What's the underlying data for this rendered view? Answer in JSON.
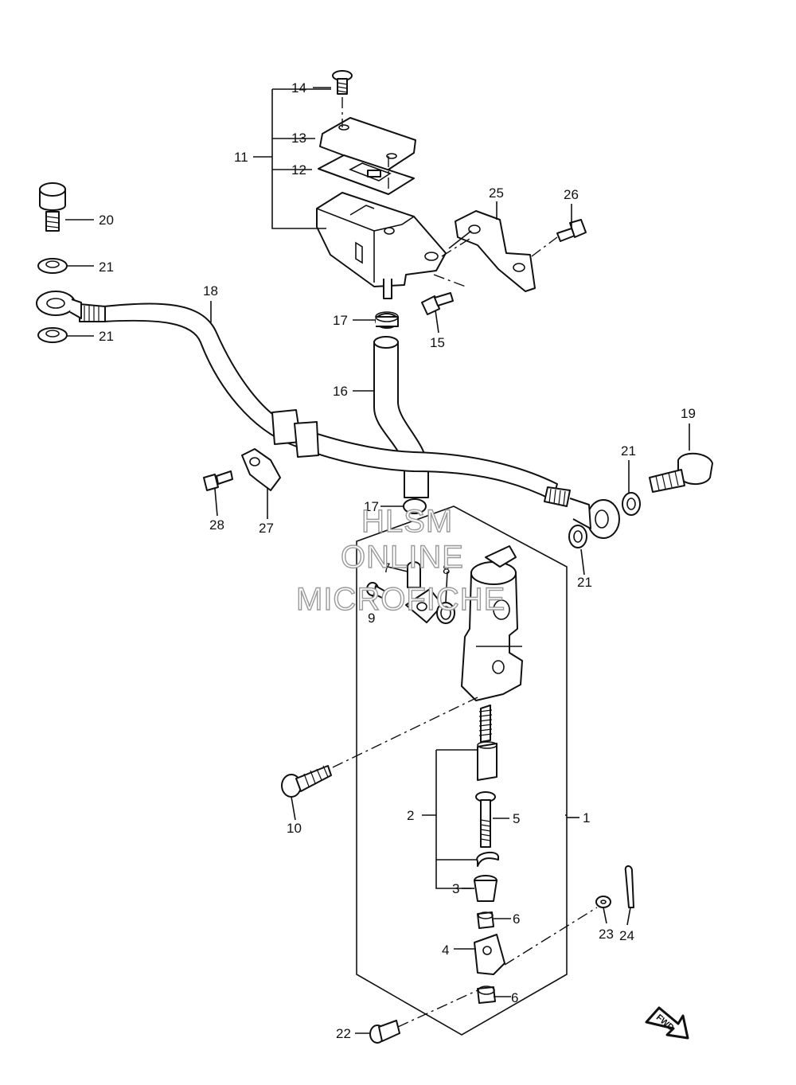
{
  "labels": {
    "l1": "1",
    "l2": "2",
    "l3": "3",
    "l4": "4",
    "l5": "5",
    "l6a": "6",
    "l6b": "6",
    "l7": "7",
    "l8": "8",
    "l9": "9",
    "l10": "10",
    "l11": "11",
    "l12": "12",
    "l13": "13",
    "l14": "14",
    "l15": "15",
    "l16": "16",
    "l17a": "17",
    "l17b": "17",
    "l18": "18",
    "l19": "19",
    "l20": "20",
    "l21a": "21",
    "l21b": "21",
    "l21c": "21",
    "l21d": "21",
    "l22": "22",
    "l23": "23",
    "l24": "24",
    "l25": "25",
    "l26": "26",
    "l27": "27",
    "l28": "28"
  },
  "watermark": {
    "line1": "HLSM",
    "line2": "ONLINE",
    "line3": "MICROFICHE"
  },
  "direction_badge": "FWD"
}
